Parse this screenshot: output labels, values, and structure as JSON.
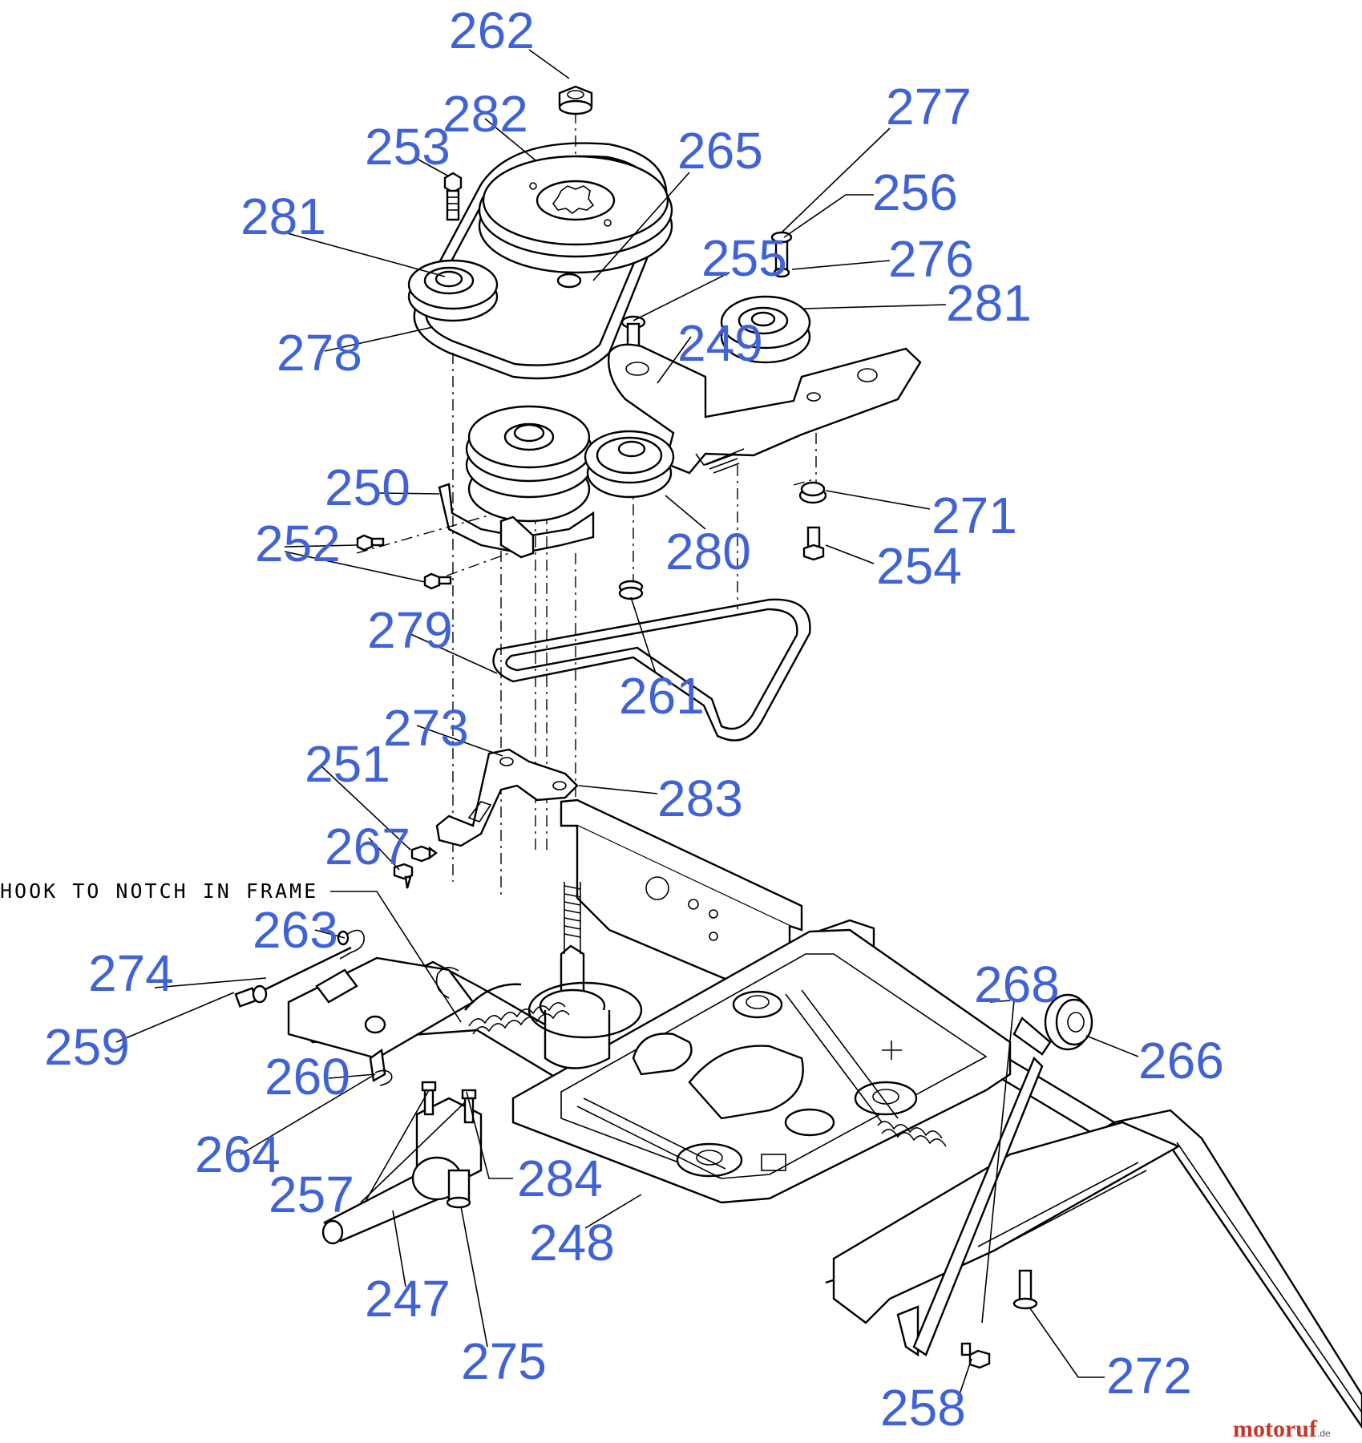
{
  "note": {
    "text": "HOOK TO NOTCH IN FRAME"
  },
  "callouts": [
    {
      "id": "262",
      "label": "262"
    },
    {
      "id": "282",
      "label": "282"
    },
    {
      "id": "253",
      "label": "253"
    },
    {
      "id": "265",
      "label": "265"
    },
    {
      "id": "277",
      "label": "277"
    },
    {
      "id": "256",
      "label": "256"
    },
    {
      "id": "281a",
      "label": "281"
    },
    {
      "id": "255",
      "label": "255"
    },
    {
      "id": "276",
      "label": "276"
    },
    {
      "id": "281b",
      "label": "281"
    },
    {
      "id": "278",
      "label": "278"
    },
    {
      "id": "249",
      "label": "249"
    },
    {
      "id": "250",
      "label": "250"
    },
    {
      "id": "271",
      "label": "271"
    },
    {
      "id": "252",
      "label": "252"
    },
    {
      "id": "280",
      "label": "280"
    },
    {
      "id": "254",
      "label": "254"
    },
    {
      "id": "279",
      "label": "279"
    },
    {
      "id": "261",
      "label": "261"
    },
    {
      "id": "273",
      "label": "273"
    },
    {
      "id": "251",
      "label": "251"
    },
    {
      "id": "283",
      "label": "283"
    },
    {
      "id": "267",
      "label": "267"
    },
    {
      "id": "263",
      "label": "263"
    },
    {
      "id": "274",
      "label": "274"
    },
    {
      "id": "268",
      "label": "268"
    },
    {
      "id": "259",
      "label": "259"
    },
    {
      "id": "266",
      "label": "266"
    },
    {
      "id": "260",
      "label": "260"
    },
    {
      "id": "264",
      "label": "264"
    },
    {
      "id": "284",
      "label": "284"
    },
    {
      "id": "257",
      "label": "257"
    },
    {
      "id": "248",
      "label": "248"
    },
    {
      "id": "247",
      "label": "247"
    },
    {
      "id": "275",
      "label": "275"
    },
    {
      "id": "272",
      "label": "272"
    },
    {
      "id": "258",
      "label": "258"
    }
  ],
  "watermark": {
    "brand": "motoruf",
    "suffix": ".de"
  },
  "colors": {
    "callout": "#3f63d6",
    "line": "#000000",
    "background": "#ffffff"
  }
}
